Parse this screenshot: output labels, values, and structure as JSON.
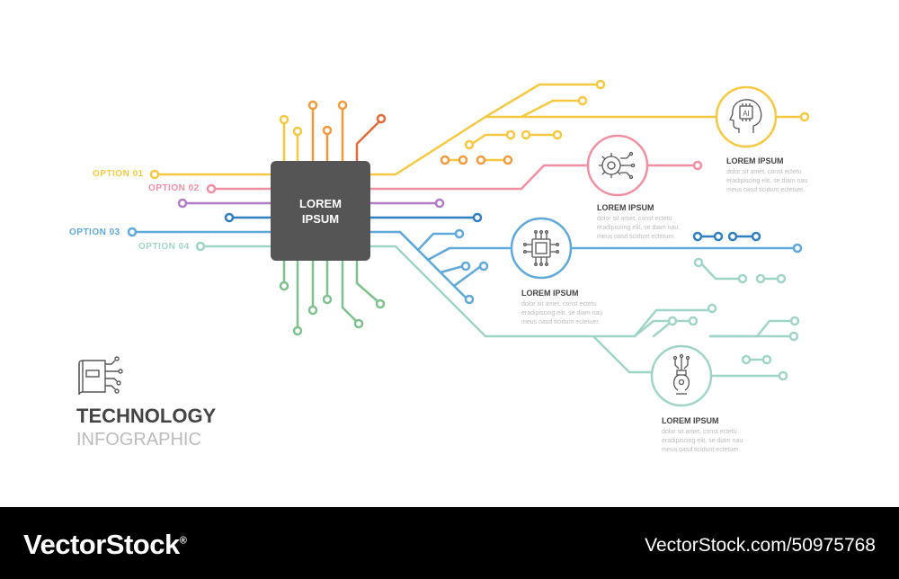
{
  "chip": {
    "line1": "LOREM",
    "line2": "IPSUM"
  },
  "options": [
    {
      "label": "OPTION 01",
      "color": "#f5c842"
    },
    {
      "label": "OPTION 02",
      "color": "#ef8fa4"
    },
    {
      "label": "OPTION 03",
      "color": "#5fa8d8"
    },
    {
      "label": "OPTION 04",
      "color": "#9fd4c6"
    }
  ],
  "nodes": [
    {
      "icon": "ai-head-icon",
      "title": "LOREM IPSUM",
      "desc": "dolor sit amet, const ectetu eradipiscing elit, se diam nau meus oasd ticidunt ectetuer."
    },
    {
      "icon": "gear-cog-icon",
      "title": "LOREM IPSUM",
      "desc": "dolor sit amet, const ectetu eradipiscing elit, se diam nau meus oasd ticidunt ectetuer."
    },
    {
      "icon": "microchip-icon",
      "title": "LOREM IPSUM",
      "desc": "dolor sit amet, const ectetu eradipiscing elit, se diam nau meus oasd ticidunt ectetuer."
    },
    {
      "icon": "robot-claw-icon",
      "title": "LOREM IPSUM",
      "desc": "dolor sit amet, const ectetu eradipiscing elit, se diam nau meus oasd ticidunt ectetuer."
    }
  ],
  "brand": {
    "title": "TECHNOLOGY",
    "subtitle": "INFOGRAPHIC",
    "icon": "circuit-book-icon"
  },
  "colors": {
    "purple": "#b07cc6",
    "blue_dark": "#2f7fc0",
    "green": "#7fc08e",
    "orange": "#f09a3e",
    "red_orange": "#e06a3a",
    "chip": "#555555"
  },
  "footer": {
    "logo": "VectorStock",
    "registered": "®",
    "id": "VectorStock.com/50975768"
  }
}
